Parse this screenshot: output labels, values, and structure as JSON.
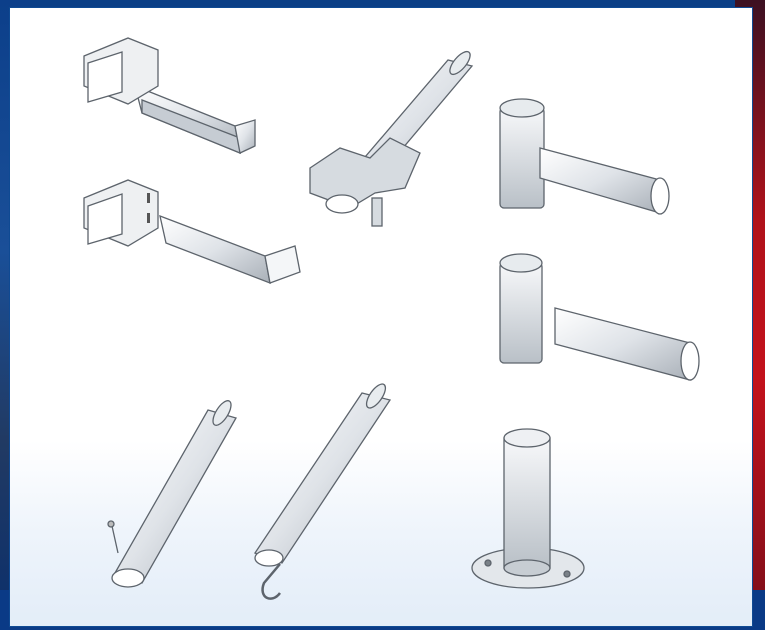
{
  "scene": {
    "description_colors": {
      "border_blue": "#0b3f86",
      "accent_red": "#c3121c",
      "metal_light": "#f2f4f6",
      "metal_mid": "#cfd4da",
      "metal_dark": "#8c939b"
    },
    "parts": [
      {
        "name": "square-tube-connector-assembled"
      },
      {
        "name": "square-tube-connector-exploded"
      },
      {
        "name": "tube-with-flange-clamp"
      },
      {
        "name": "tee-tube-assembled"
      },
      {
        "name": "tee-tube-exploded"
      },
      {
        "name": "tube-with-eyebolt"
      },
      {
        "name": "tube-with-hook"
      },
      {
        "name": "tube-with-base-plate"
      }
    ]
  }
}
